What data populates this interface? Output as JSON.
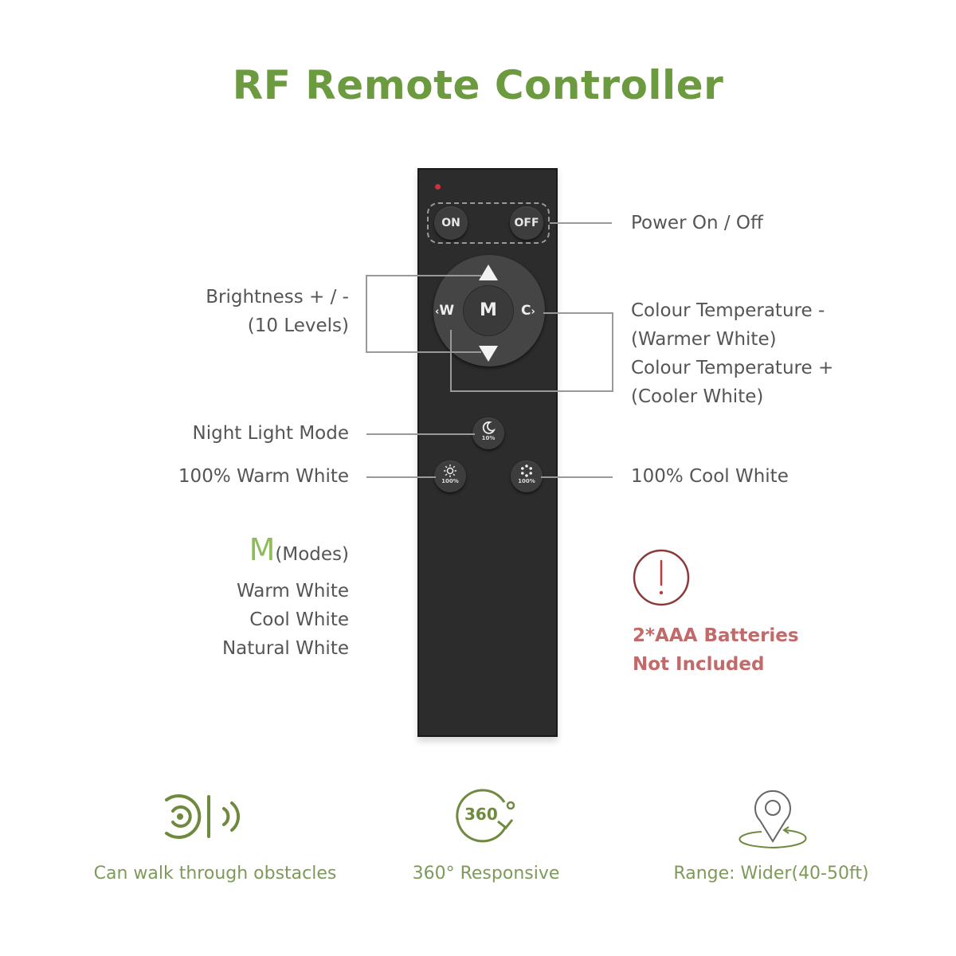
{
  "title": "RF Remote Controller",
  "remote": {
    "buttons": {
      "on": "ON",
      "off": "OFF",
      "mode": "M",
      "warm": "W",
      "cool": "C",
      "night_pct": "10%",
      "warm_pct": "100%",
      "cool_pct": "100%"
    }
  },
  "labels": {
    "power": "Power On / Off",
    "brightness_line1": "Brightness + / -",
    "brightness_line2": "(10 Levels)",
    "colour_temp": [
      "Colour Temperature -",
      "(Warmer White)",
      "Colour Temperature +",
      "(Cooler White)"
    ],
    "night_light": "Night Light Mode",
    "warm_white_100": "100% Warm White",
    "cool_white_100": "100% Cool White"
  },
  "modes": {
    "letter": "M",
    "suffix": "(Modes)",
    "items": [
      "Warm White",
      "Cool White",
      "Natural White"
    ]
  },
  "warning": {
    "icon": "exclamation-circle-icon",
    "line1": "2*AAA Batteries",
    "line2": "Not Included"
  },
  "features": [
    {
      "icon": "signal-through-wall-icon",
      "label": "Can walk through obstacles"
    },
    {
      "icon": "rotate-360-icon",
      "label": "360° Responsive",
      "icon_text": "360"
    },
    {
      "icon": "location-range-icon",
      "label": "Range: Wider(40-50ft)"
    }
  ],
  "colors": {
    "accent_green": "#6c9a3e",
    "warning_red": "#c26a6a",
    "remote_body": "#2c2c2c"
  }
}
